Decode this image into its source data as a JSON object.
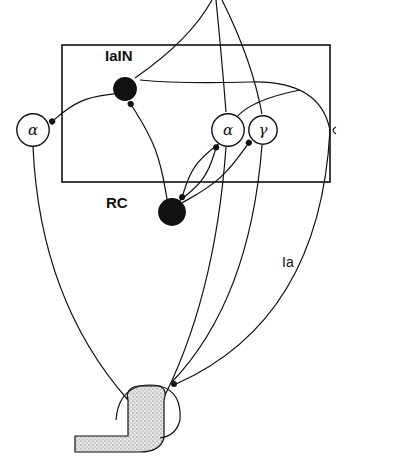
{
  "diagram": {
    "nodes": [
      {
        "text": [
          "IaIN"
        ]
      },
      {
        "text": [
          "α"
        ]
      },
      {
        "text": [
          "α"
        ]
      },
      {
        "text": [
          "γ"
        ]
      },
      {
        "text": [
          "RC"
        ]
      }
    ],
    "edges": [
      {
        "from": 0,
        "to": 1,
        "arrow": "to"
      },
      {
        "from": 2,
        "to": 4,
        "arrow": "to"
      },
      {
        "from": 4,
        "to": 0,
        "arrow": "to"
      },
      {
        "from": 4,
        "to": 2,
        "arrow": "to"
      },
      {
        "from": 4,
        "to": 3,
        "arrow": "to"
      }
    ],
    "labels": [
      "Ia"
    ]
  }
}
